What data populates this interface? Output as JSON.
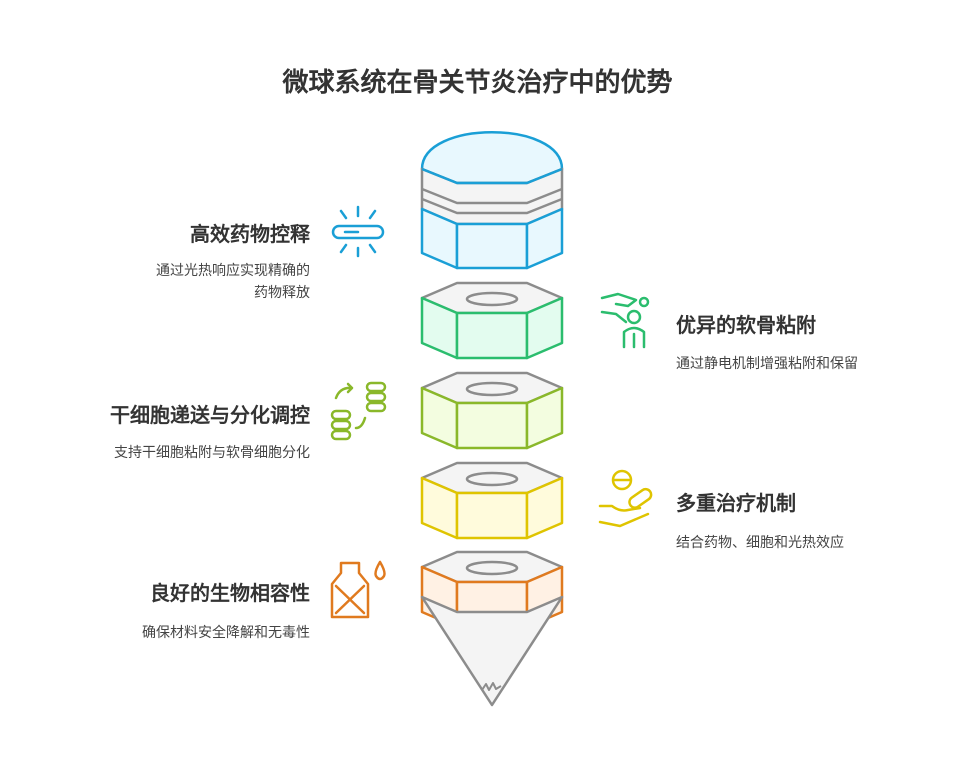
{
  "title": "微球系统在骨关节炎治疗中的优势",
  "colors": {
    "blue": "#1a9fd6",
    "green": "#2bbd6e",
    "lime": "#8ab82a",
    "yellow": "#dfc400",
    "orange": "#e07a1f",
    "grey": "#8c8c8c"
  },
  "items": [
    {
      "heading": "高效药物控释",
      "desc_lines": [
        "通过光热响应实现精确的",
        "药物释放"
      ],
      "icon": "capsule-light-icon",
      "side": "left"
    },
    {
      "heading": "优异的软骨粘附",
      "desc_lines": [
        "通过静电机制增强粘附和保留"
      ],
      "icon": "hand-person-icon",
      "side": "right"
    },
    {
      "heading": "干细胞递送与分化调控",
      "desc_lines": [
        "支持干细胞粘附与软骨细胞分化"
      ],
      "icon": "cell-transfer-icon",
      "side": "left"
    },
    {
      "heading": "多重治疗机制",
      "desc_lines": [
        "结合药物、细胞和光热效应"
      ],
      "icon": "hand-pills-icon",
      "side": "right"
    },
    {
      "heading": "良好的生物相容性",
      "desc_lines": [
        "确保材料安全降解和无毒性"
      ],
      "icon": "no-toxic-bottle-icon",
      "side": "left"
    }
  ]
}
